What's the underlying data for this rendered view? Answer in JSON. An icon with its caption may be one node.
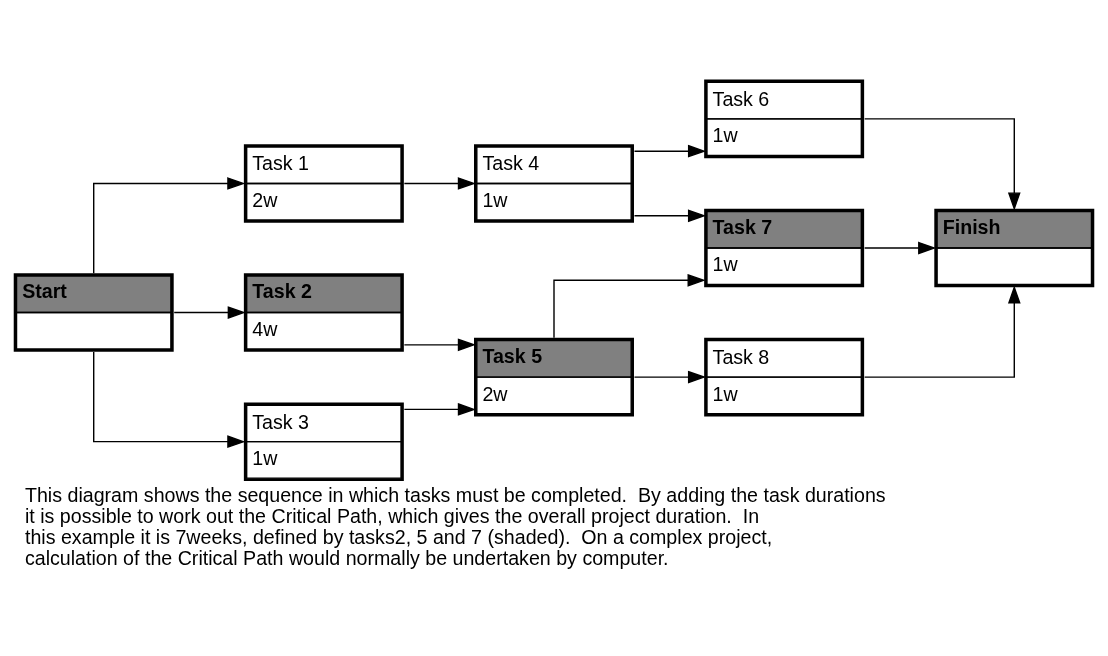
{
  "diagram": {
    "caption": "This diagram shows the sequence in which tasks must be completed.  By adding the task durations it is possible to work out the Critical Path, which gives the overall project duration.  In this example it is 7weeks, defined by tasks2, 5 and 7 (shaded).  On a complex project, calculation of the Critical Path would normally be undertaken by computer.",
    "nodes": [
      {
        "text": [
          "Start"
        ]
      },
      {
        "text": [
          "Task 1",
          "2w"
        ]
      },
      {
        "text": [
          "Task 2",
          "4w"
        ]
      },
      {
        "text": [
          "Task 3",
          "1w"
        ]
      },
      {
        "text": [
          "Task 4",
          "1w"
        ]
      },
      {
        "text": [
          "Task 5",
          "2w"
        ]
      },
      {
        "text": [
          "Task 6",
          "1w"
        ]
      },
      {
        "text": [
          "Task 7",
          "1w"
        ]
      },
      {
        "text": [
          "Task 8",
          "1w"
        ]
      },
      {
        "text": [
          "Finish"
        ]
      }
    ],
    "edges": [
      {
        "from": 0,
        "to": 1,
        "arrow": "to"
      },
      {
        "from": 0,
        "to": 2,
        "arrow": "to"
      },
      {
        "from": 0,
        "to": 3,
        "arrow": "to"
      },
      {
        "from": 1,
        "to": 4,
        "arrow": "to"
      },
      {
        "from": 2,
        "to": 5,
        "arrow": "to"
      },
      {
        "from": 3,
        "to": 5,
        "arrow": "to"
      },
      {
        "from": 4,
        "to": 6,
        "arrow": "to"
      },
      {
        "from": 4,
        "to": 7,
        "arrow": "to"
      },
      {
        "from": 5,
        "to": 7,
        "arrow": "to"
      },
      {
        "from": 5,
        "to": 8,
        "arrow": "to"
      },
      {
        "from": 6,
        "to": 9,
        "arrow": "to"
      },
      {
        "from": 7,
        "to": 9,
        "arrow": "to"
      },
      {
        "from": 8,
        "to": 9,
        "arrow": "to"
      }
    ]
  }
}
